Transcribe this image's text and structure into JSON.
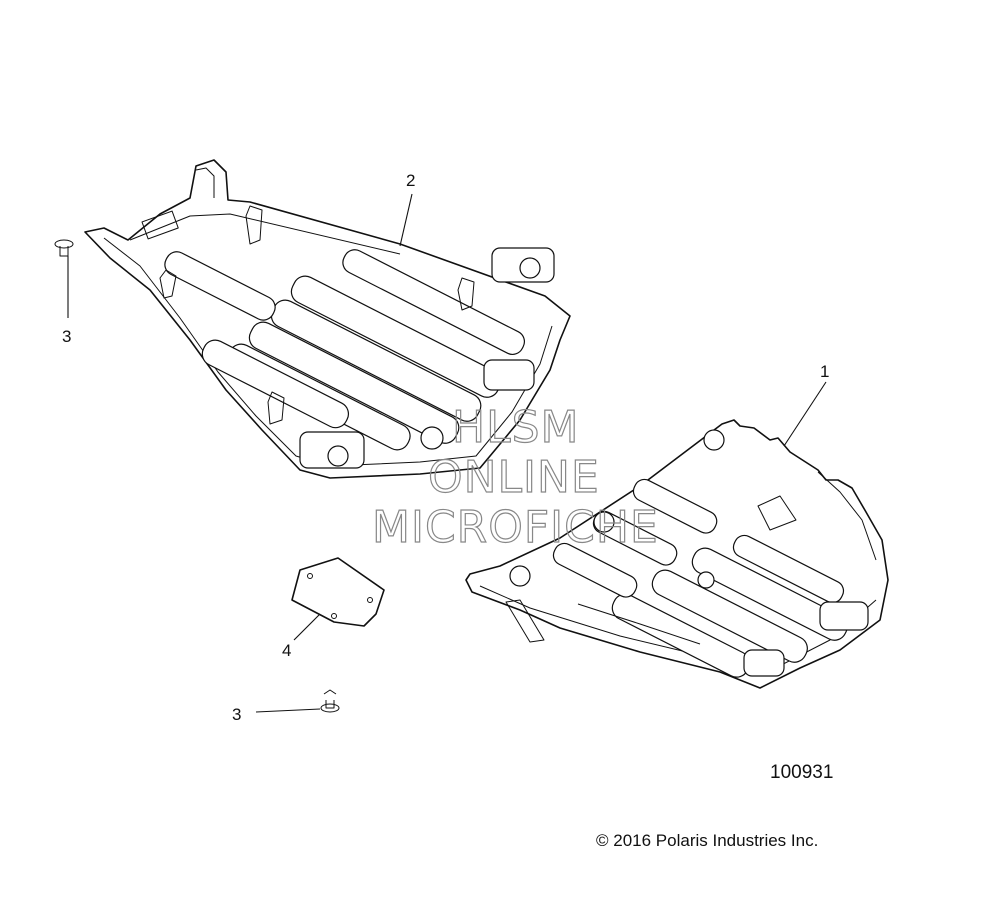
{
  "figure": {
    "number": "100931",
    "copyright": "© 2016 Polaris Industries Inc."
  },
  "watermark": {
    "lines": [
      "HLSM",
      "ONLINE",
      "MICROFICHE"
    ]
  },
  "callouts": [
    {
      "id": "callout-1",
      "label": "1"
    },
    {
      "id": "callout-2",
      "label": "2"
    },
    {
      "id": "callout-3a",
      "label": "3"
    },
    {
      "id": "callout-3b",
      "label": "3"
    },
    {
      "id": "callout-4",
      "label": "4"
    }
  ]
}
